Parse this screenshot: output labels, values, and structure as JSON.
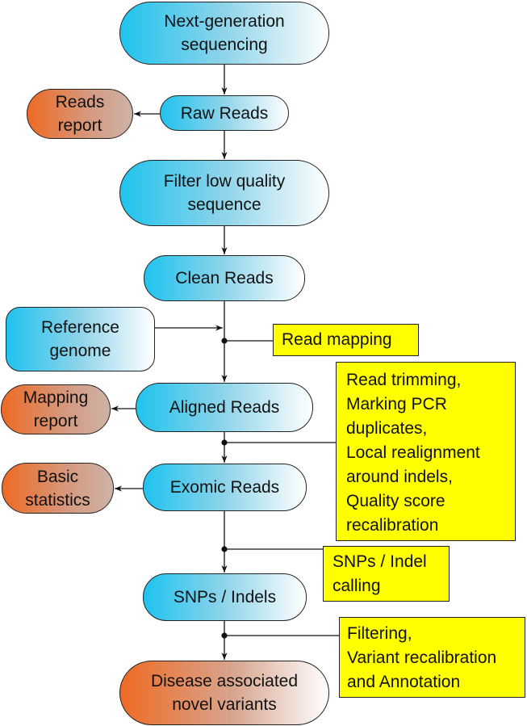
{
  "nodes": {
    "ngs": "Next-generation\nsequencing",
    "raw_reads": "Raw Reads",
    "reads_report": "Reads\nreport",
    "filter": "Filter low quality\nsequence",
    "clean_reads": "Clean Reads",
    "reference_genome": "Reference\ngenome",
    "aligned_reads": "Aligned Reads",
    "mapping_report": "Mapping\nreport",
    "exomic_reads": "Exomic Reads",
    "basic_statistics": "Basic\nstatistics",
    "snps_indels": "SNPs / Indels",
    "disease_variants": "Disease associated\nnovel variants"
  },
  "notes": {
    "read_mapping": "Read mapping",
    "preprocessing": "Read trimming,\nMarking PCR\nduplicates,\nLocal realignment\naround indels,\nQuality score\nrecalibration",
    "calling": "SNPs / Indel\ncalling",
    "filtering": "Filtering,\nVariant recalibration\nand Annotation"
  },
  "colors": {
    "process_start": "#1fc3ee",
    "report_start": "#ee6a24",
    "note_fill": "#ffff00"
  }
}
